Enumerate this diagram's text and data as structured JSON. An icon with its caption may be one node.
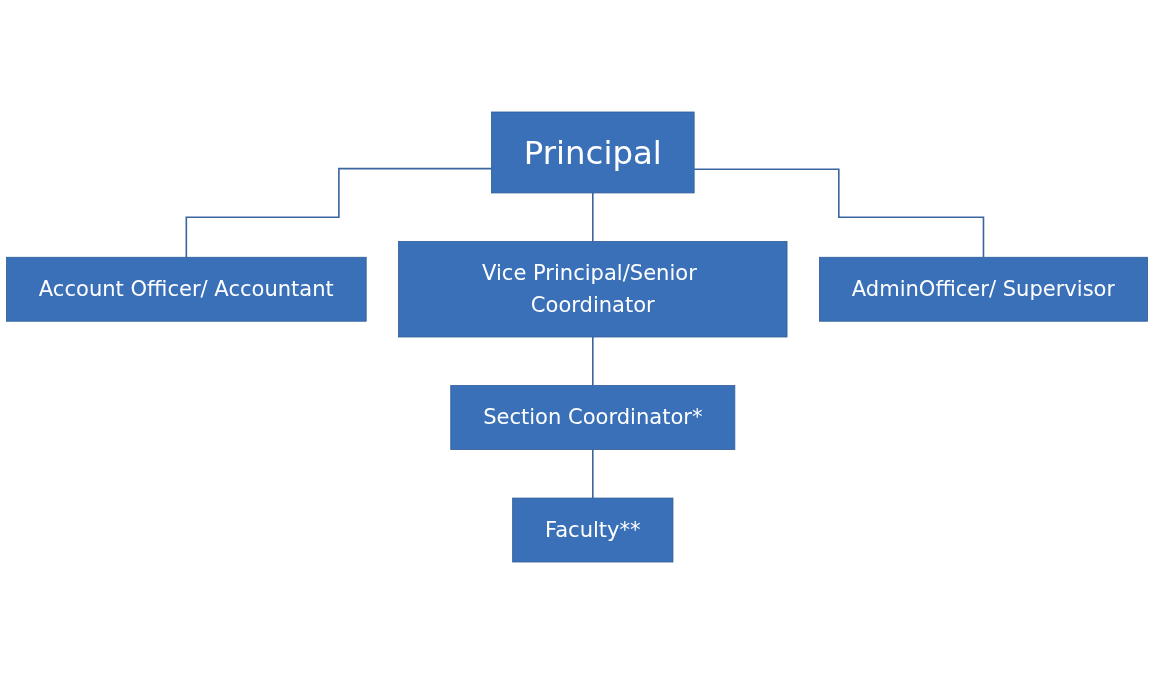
{
  "diagram": {
    "nodes": [
      {
        "text": [
          "Principal"
        ]
      },
      {
        "text": [
          "Account Officer/ Accountant"
        ]
      },
      {
        "text": [
          "Vice Principal/Senior Coordinator"
        ]
      },
      {
        "text": [
          "AdminOfficer/ Supervisor"
        ]
      },
      {
        "text": [
          "Section Coordinator*"
        ]
      },
      {
        "text": [
          "Faculty**"
        ]
      }
    ],
    "edges": [
      {
        "from": 0,
        "to": 1,
        "arrow": "none"
      },
      {
        "from": 0,
        "to": 2,
        "arrow": "none"
      },
      {
        "from": 0,
        "to": 3,
        "arrow": "none"
      },
      {
        "from": 2,
        "to": 4,
        "arrow": "none"
      },
      {
        "from": 4,
        "to": 5,
        "arrow": "none"
      }
    ]
  }
}
